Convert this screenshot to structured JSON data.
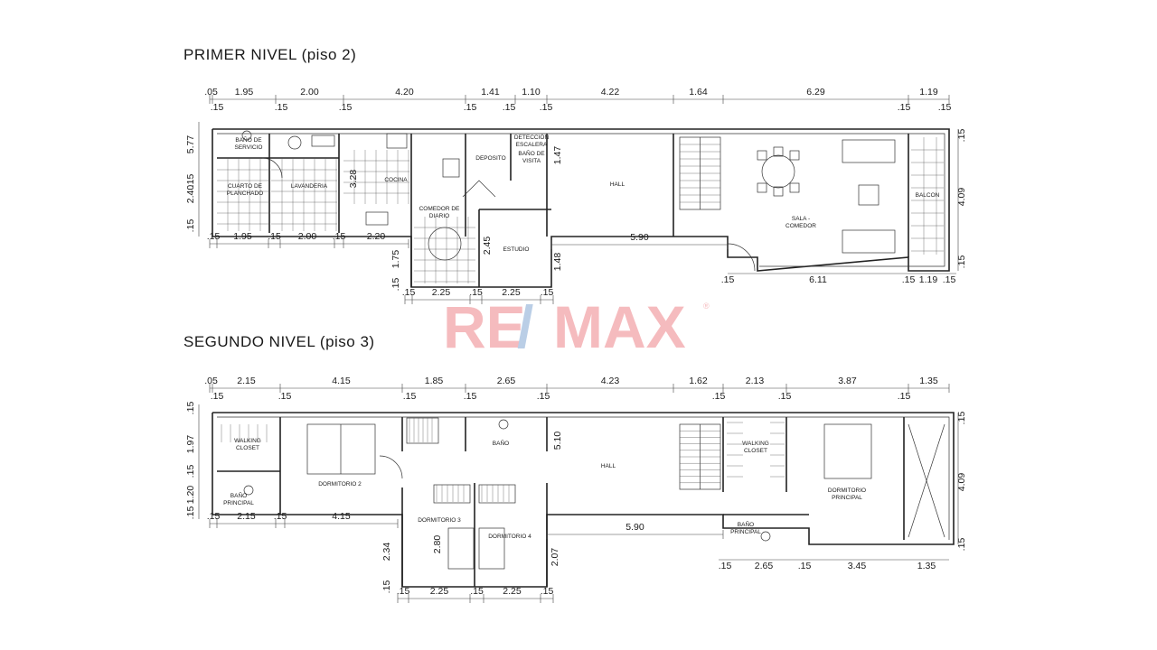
{
  "levels": [
    {
      "title": "PRIMER NIVEL (piso 2)"
    },
    {
      "title": "SEGUNDO NIVEL (piso 3)"
    }
  ],
  "watermark": {
    "text_left": "RE",
    "slash": "/",
    "text_right": "MAX",
    "mark": "®",
    "color_red": "#e0202a",
    "color_blue": "#1f5fb0",
    "opacity": 0.3
  },
  "level1": {
    "rooms": [
      "BAÑO DE SERVICIO",
      "CUARTO DE PLANCHADO",
      "LAVANDERIA",
      "COCINA",
      "DEPOSITO",
      "DETECCIÓN ESCALERA",
      "BAÑO DE VISITA",
      "COMEDOR DE DIARIO",
      "ESTUDIO",
      "HALL",
      "SALA - COMEDOR",
      "BALCON"
    ],
    "dims_top": [
      ".05",
      "1.95",
      "2.00",
      "4.20",
      "1.41",
      "1.10",
      "4.22",
      "1.64",
      "6.29",
      "1.19"
    ],
    "dims_top_small": [
      ".15",
      ".15",
      ".15",
      ".15",
      ".15",
      ".15",
      ".15",
      ".15"
    ],
    "dims_left": [
      "5.77",
      ".15",
      "2.40",
      ".15",
      "3.28",
      "1.75",
      ".15"
    ],
    "dims_bottom": [
      ".15",
      "1.95",
      ".15",
      "2.00",
      ".15",
      "2.20",
      "5.90"
    ],
    "dims_bottom2": [
      ".15",
      "2.25",
      ".15",
      "2.25",
      ".15"
    ],
    "dims_right": [
      ".15",
      "4.09",
      ".15",
      "1.47",
      "2.45",
      "1.48",
      ".15",
      "6.11",
      ".15",
      "1.19",
      ".15"
    ]
  },
  "level2": {
    "rooms": [
      "WALKING CLOSET",
      "DORMITORIO 2",
      "BAÑO PRINCIPAL",
      "BAÑO",
      "HALL",
      "DORMITORIO 3",
      "DORMITORIO 4",
      "WALKING CLOSET",
      "DORMITORIO PRINCIPAL",
      "BAÑO PRINCIPAL"
    ],
    "dims_top": [
      ".05",
      "2.15",
      "4.15",
      "1.85",
      "2.65",
      "4.23",
      "1.62",
      "2.13",
      "3.87",
      "1.35"
    ],
    "dims_top_small": [
      ".15",
      ".15",
      ".15",
      ".15",
      ".15",
      ".15",
      ".15",
      ".15"
    ],
    "dims_left": [
      ".15",
      "1.97",
      ".15",
      "1.20",
      ".15",
      "2.34",
      ".15"
    ],
    "dims_bottom": [
      ".15",
      "2.15",
      ".15",
      "4.15",
      "5.90"
    ],
    "dims_bottom2": [
      ".15",
      "2.25",
      ".15",
      "2.25",
      ".15"
    ],
    "dims_right": [
      ".15",
      "4.09",
      ".15",
      "5.10",
      "2.80",
      "2.07",
      ".15",
      "2.65",
      ".15",
      "3.45",
      "1.35"
    ]
  }
}
